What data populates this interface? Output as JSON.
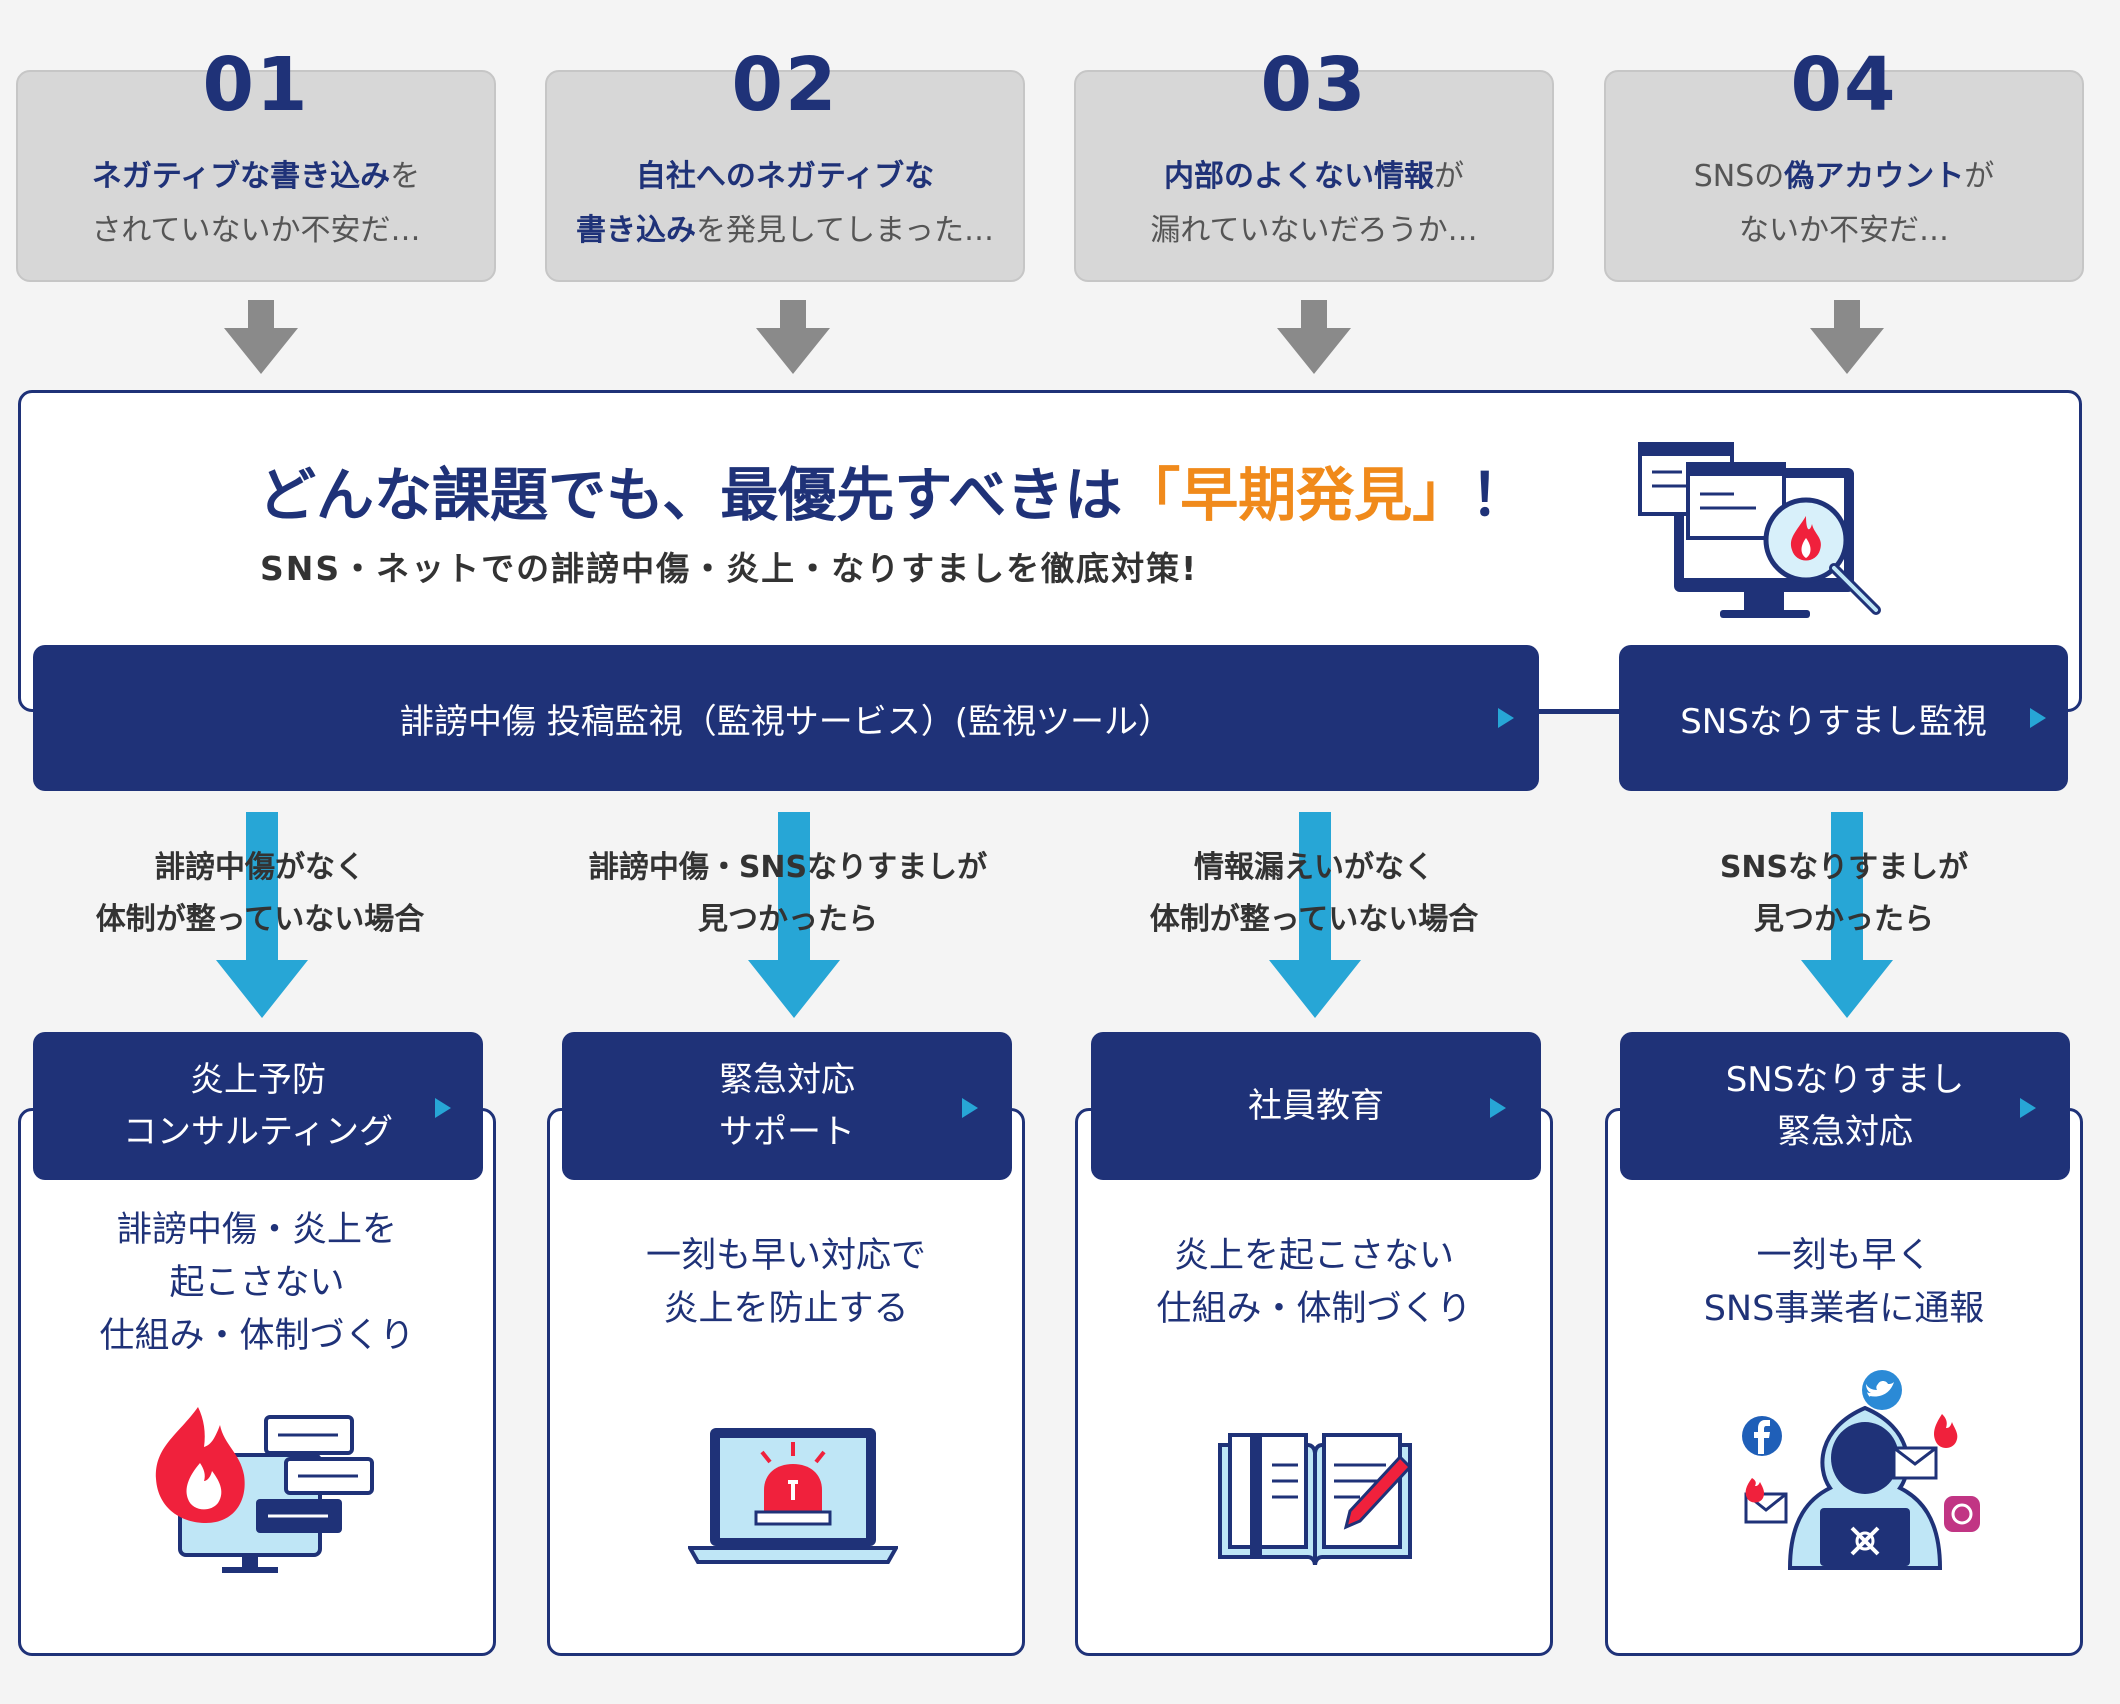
{
  "concerns": [
    {
      "num": "01",
      "l1_bold": "ネガティブな書き込み",
      "l1_rest": "を",
      "l2_bold": "",
      "l2_rest": "されていないか不安だ…"
    },
    {
      "num": "02",
      "l1_bold": "自社へのネガティブな",
      "l1_rest": "",
      "l2_bold": "書き込み",
      "l2_rest": "を発見してしまった…"
    },
    {
      "num": "03",
      "l1_bold": "内部のよくない情報",
      "l1_rest": "が",
      "l2_bold": "",
      "l2_rest": "漏れていないだろうか…"
    },
    {
      "num": "04",
      "l1_pre": "SNSの",
      "l1_bold": "偽アカウント",
      "l1_rest": "が",
      "l2_bold": "",
      "l2_rest": "ないか不安だ…"
    }
  ],
  "main": {
    "headline_pre": "どんな課題でも、最優先すべきは",
    "headline_hl": "「早期発見」",
    "headline_post": "！",
    "subline": "SNS・ネットでの誹謗中傷・炎上・なりすましを徹底対策!"
  },
  "services": {
    "monitor": "誹謗中傷 投稿監視（監視サービス）(監視ツール）",
    "impersonation": "SNSなりすまし監視"
  },
  "conditions": [
    {
      "l1": "誹謗中傷がなく",
      "l2": "体制が整っていない場合"
    },
    {
      "l1": "誹謗中傷・SNSなりすましが",
      "l2": "見つかったら"
    },
    {
      "l1": "情報漏えいがなく",
      "l2": "体制が整っていない場合"
    },
    {
      "l1": "SNSなりすましが",
      "l2": "見つかったら"
    }
  ],
  "cards": [
    {
      "t1": "炎上予防",
      "t2": "コンサルティング",
      "d": [
        "誹謗中傷・炎上を",
        "起こさない",
        "仕組み・体制づくり"
      ]
    },
    {
      "t1": "緊急対応",
      "t2": "サポート",
      "d": [
        "一刻も早い対応で",
        "炎上を防止する"
      ]
    },
    {
      "t1": "社員教育",
      "t2": "",
      "d": [
        "炎上を起こさない",
        "仕組み・体制づくり"
      ]
    },
    {
      "t1": "SNSなりすまし",
      "t2": "緊急対応",
      "d": [
        "一刻も早く",
        "SNS事業者に通報"
      ]
    }
  ],
  "colors": {
    "navy": "#1f3278",
    "accent": "#f08a1b",
    "cyan": "#27a6d6",
    "grey": "#8a8a8a"
  },
  "icons": [
    "monitor-search-fire-icon",
    "fire-chat-monitor-icon",
    "alarm-laptop-icon",
    "book-pen-icon",
    "hacker-sns-icon"
  ]
}
